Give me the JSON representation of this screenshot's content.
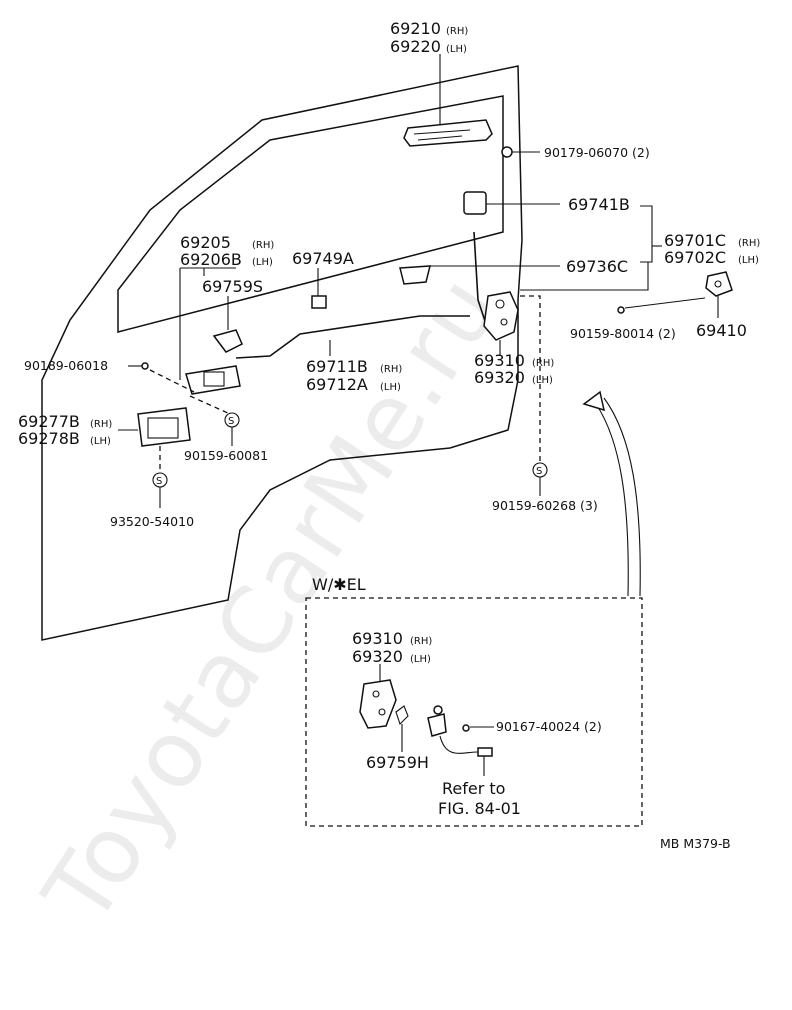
{
  "watermark": "ToyotaCarMe.ru",
  "labels": {
    "p69210": "69210",
    "p69220": "69220",
    "rh": "(RH)",
    "lh": "(LH)",
    "p90179": "90179-06070  (2)",
    "p69741B": "69741B",
    "p69701C": "69701C",
    "p69702C": "69702C",
    "p69736C": "69736C",
    "p69205": "69205",
    "p69206B": "69206B",
    "p69749A": "69749A",
    "p69759S": "69759S",
    "p69410": "69410",
    "p90159_80014": "90159-80014  (2)",
    "p90189": "90189-06018",
    "p69711B": "69711B",
    "p69712A": "69712A",
    "p69310": "69310",
    "p69320": "69320",
    "p69277B": "69277B",
    "p69278B": "69278B",
    "p90159_60081": "90159-60081",
    "p90159_60268": "90159-60268  (3)",
    "p93520": "93520-54010",
    "wel": "W/✱EL",
    "p69310b": "69310",
    "p69320b": "69320",
    "p90167": "90167-40024  (2)",
    "p69759H": "69759H",
    "refer1": "Refer to",
    "refer2": "FIG. 84-01",
    "code": "MB  M379-B",
    "s": "S"
  }
}
